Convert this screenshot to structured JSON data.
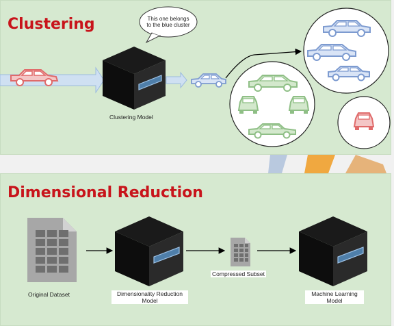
{
  "clustering": {
    "title": "Clustering",
    "model_label": "Clustering Model",
    "speech_line1": "This one belongs",
    "speech_line2": "to the blue cluster"
  },
  "reduction": {
    "title": "Dimensional Reduction",
    "dataset_label": "Original Dataset",
    "reduction_model_line1": "Dimensionality Reduction",
    "reduction_model_line2": "Model",
    "compressed_label": "Compressed Subset",
    "ml_model_line1": "Machine Learning",
    "ml_model_line2": "Model"
  },
  "colors": {
    "title_red": "#c8141b",
    "panel_green": "#d6e9d0",
    "car_red": "#e06a6a",
    "car_blue": "#7d9bd0",
    "car_green": "#8fbf86"
  }
}
